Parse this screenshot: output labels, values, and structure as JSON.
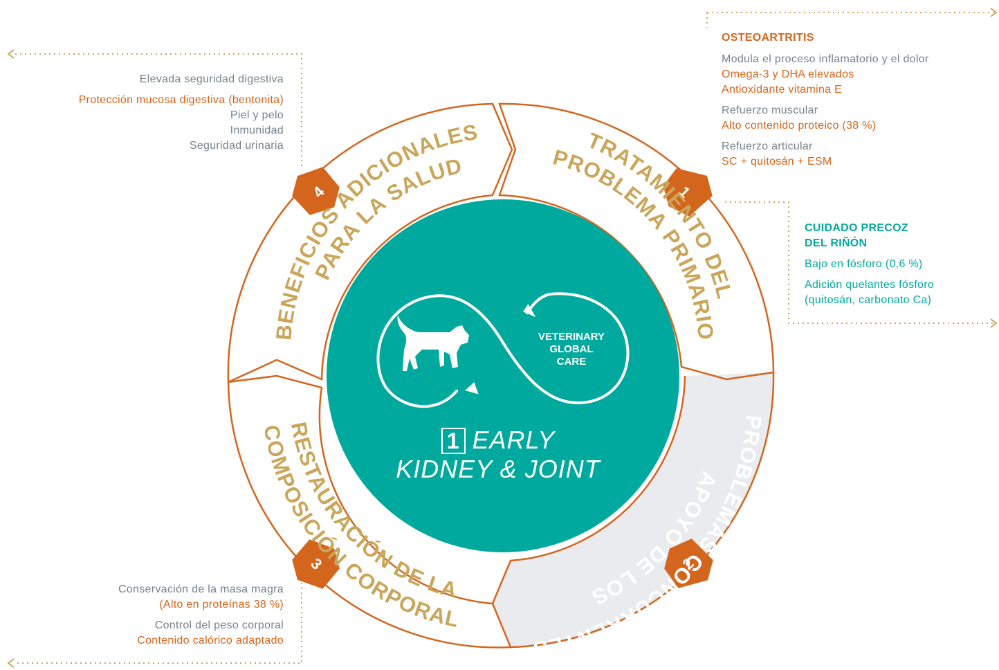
{
  "center": {
    "logo_line1": "VETERINARY",
    "logo_line2": "GLOBAL",
    "logo_line3": "CARE",
    "product_number": "1",
    "product_line1": "EARLY",
    "product_line2": "KIDNEY & JOINT"
  },
  "segments": [
    {
      "number": "1",
      "line1": "TRATAMIENTO DEL",
      "line2": "PROBLEMA PRIMARIO"
    },
    {
      "number": "2",
      "line1": "APOYO DE LOS",
      "line2": "PROBLEMAS CONCURRENTES"
    },
    {
      "number": "3",
      "line1": "RESTAURACIÓN DE LA",
      "line2": "COMPOSICIÓN CORPORAL"
    },
    {
      "number": "4",
      "line1": "BENEFICIOS ADICIONALES",
      "line2": "PARA LA SALUD"
    }
  ],
  "panel_topleft": {
    "items": [
      "Elevada seguridad digestiva",
      "Protección mucosa digestiva (bentonita)",
      "Piel y pelo",
      "Inmunidad",
      "Seguridad urinaria"
    ]
  },
  "panel_topright": {
    "title": "OSTEOARTRITIS",
    "line1": "Modula el proceso inflamatorio y el dolor",
    "line2": "Omega-3 y DHA elevados",
    "line3": "Antioxidante vitamina E",
    "line4": "Refuerzo muscular",
    "line5": "Alto contenido proteico (38 %)",
    "line6": "Refuerzo articular",
    "line7": "SC + quitosán + ESM"
  },
  "panel_right": {
    "title1": "CUIDADO PRECOZ",
    "title2": "DEL RIÑÓN",
    "line1": "Bajo en fósforo (0,6 %)",
    "line2": "Adición quelantes fósforo",
    "line3": "(quitosán, carbonato Ca)"
  },
  "panel_bottomleft": {
    "line1": "Conservación de la masa magra",
    "line2": "(Alto en proteínas 38 %)",
    "line3": "Control del peso corporal",
    "line4": "Contenido calórico adaptado"
  },
  "colors": {
    "teal": "#00a99d",
    "orange": "#d4651d",
    "gold": "#c9a65a",
    "gray_text": "#76828a",
    "segment_gray_fill": "#e9ebee"
  },
  "icons": [
    "cat-icon",
    "infinity-icon",
    "chevron-right-icon",
    "chevron-left-icon"
  ]
}
